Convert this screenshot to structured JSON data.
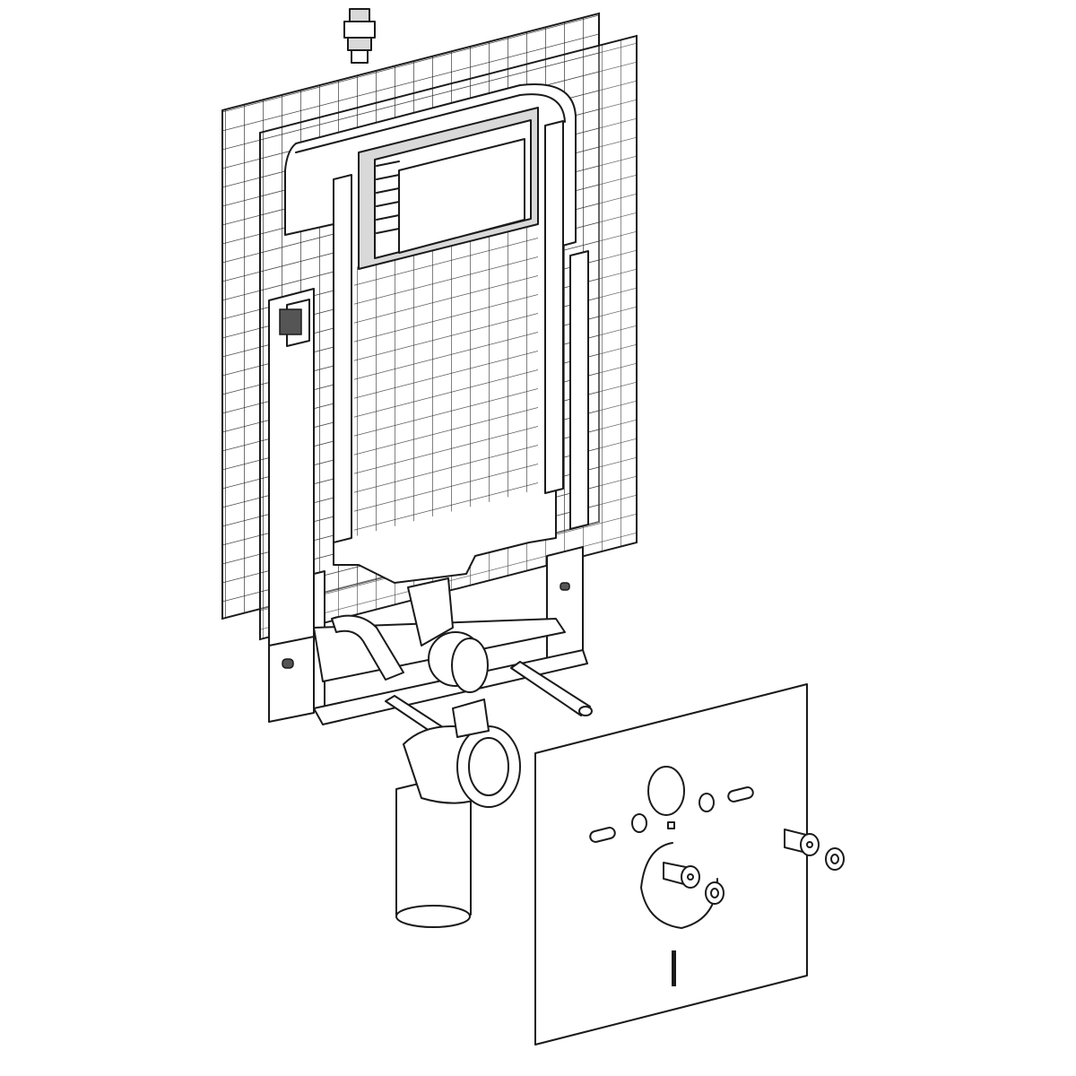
{
  "drawing": {
    "line_color": "#1a1a1a",
    "background_color": "#ffffff",
    "fill_color": "#d9d9d9",
    "components": [
      "supply-valve",
      "plaster-mesh-back",
      "plaster-mesh-front",
      "installation-frame",
      "concealed-cistern",
      "actuator-opening",
      "flush-pipe",
      "waste-bend",
      "fixing-studs",
      "sound-insulation-pad",
      "fixing-bolts",
      "washers"
    ]
  }
}
